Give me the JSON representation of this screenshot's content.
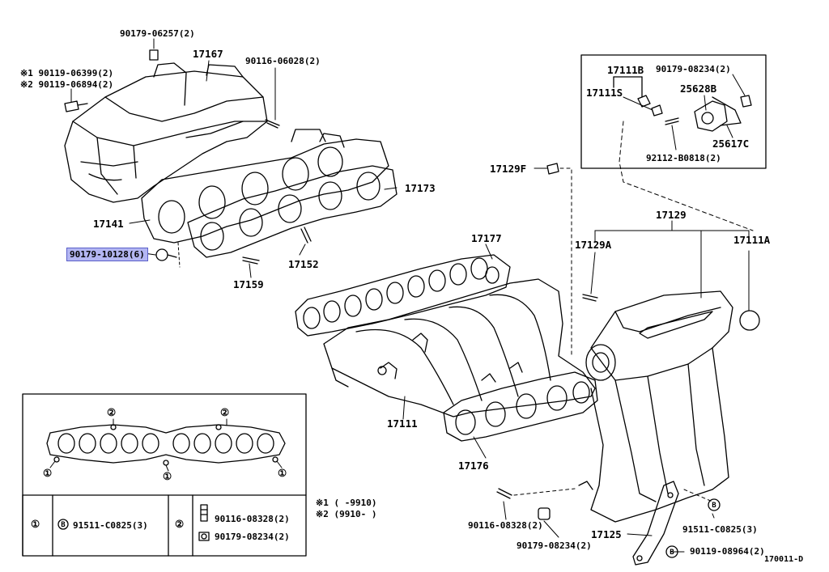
{
  "labels": {
    "p90179_06257": "90179-06257(2)",
    "p17167": "17167",
    "p90116_06028": "90116-06028(2)",
    "p90119_06399": "※1 90119-06399(2)",
    "p90119_06894": "※2 90119-06894(2)",
    "p17173": "17173",
    "p17141": "17141",
    "p90179_10128": "90179-10128(6)",
    "p17152": "17152",
    "p17159": "17159",
    "p17111B": "17111B",
    "p90179_08234_top": "90179-08234(2)",
    "p17111S": "17111S",
    "p25628B": "25628B",
    "p25617C": "25617C",
    "p92112_B0818": "92112-B0818(2)",
    "p17129F": "17129F",
    "p17129": "17129",
    "p17177": "17177",
    "p17129A": "17129A",
    "p17111A": "17111A",
    "p17111": "17111",
    "p17176": "17176",
    "p90116_08328_bottom": "90116-08328(2)",
    "p90179_08234_bottom": "90179-08234(2)",
    "p17125": "17125",
    "p91511_C0825_right": "91511-C0825(3)",
    "p90119_08964": "90119-08964(2)",
    "diagram_code": "170011-D"
  },
  "inset": {
    "marker_2": "②",
    "marker_1": "①",
    "table": {
      "row1_marker": "①",
      "row1_part": "91511-C0825(3)",
      "row2_marker": "②",
      "row2_part_a": "90116-08328(2)",
      "row2_part_b": "90179-08234(2)",
      "bolt_symbol": "B"
    }
  },
  "notes": {
    "note1": "※1 (     -9910)",
    "note2": "※2 (9910-     )"
  },
  "colors": {
    "line": "#000000",
    "highlight_fill": "#b3b6f2",
    "highlight_border": "#5a5fc9",
    "background": "#ffffff"
  }
}
